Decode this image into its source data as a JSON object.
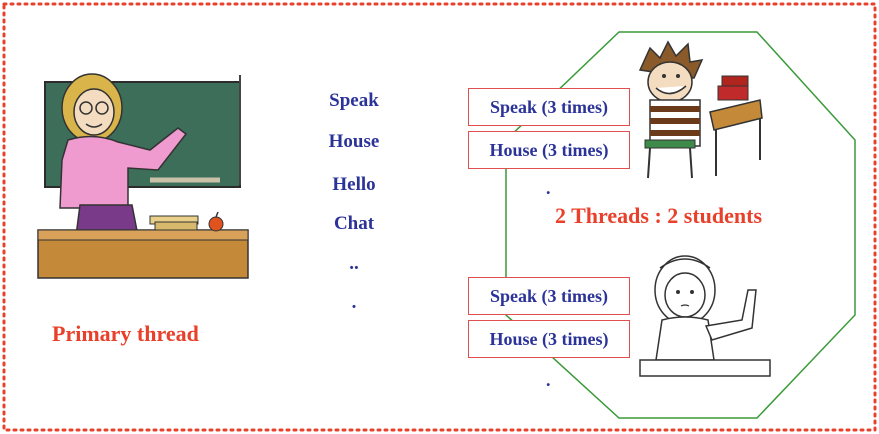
{
  "primary_label": "Primary thread",
  "task_list": [
    "Speak",
    "House",
    "Hello",
    "Chat",
    "..",
    "."
  ],
  "threads_label": "2 Threads : 2 students",
  "thread1": {
    "cmd1": "Speak (3 times)",
    "cmd2": "House (3 times)",
    "more": "."
  },
  "thread2": {
    "cmd1": "Speak (3 times)",
    "cmd2": "House (3 times)",
    "more": "."
  },
  "colors": {
    "border": "#e8402a",
    "label": "#e8402a",
    "words": "#2b3399",
    "octagon": "#3a9a3a",
    "box": "#e05050"
  },
  "icons": [
    "teacher-icon",
    "student-boy-icon",
    "student-girl-icon"
  ]
}
